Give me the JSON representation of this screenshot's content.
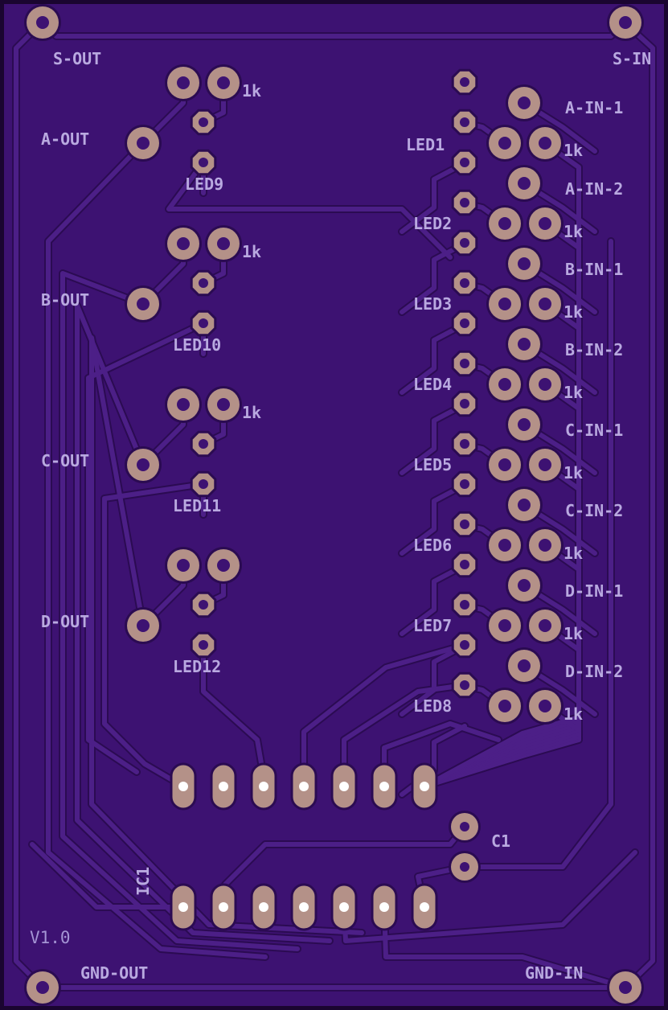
{
  "board": {
    "colors": {
      "substrate": "#3d1272",
      "edge": "#1a0530",
      "trace": "#4c1f87",
      "trace_outline": "#2b0b52",
      "copper": "#b49188",
      "drill": "#ffffff",
      "silk": "#b9a9e0"
    },
    "version": "V1.0",
    "mount_labels": {
      "s_out": "S-OUT",
      "s_in": "S-IN",
      "gnd_out": "GND-OUT",
      "gnd_in": "GND-IN"
    },
    "outputs": [
      {
        "label": "A-OUT",
        "led": "LED9",
        "resistor": "1k"
      },
      {
        "label": "B-OUT",
        "led": "LED10",
        "resistor": "1k"
      },
      {
        "label": "C-OUT",
        "led": "LED11",
        "resistor": "1k"
      },
      {
        "label": "D-OUT",
        "led": "LED12",
        "resistor": ""
      }
    ],
    "inputs": [
      {
        "label": "A-IN-1",
        "led": "LED1",
        "resistor": "1k"
      },
      {
        "label": "A-IN-2",
        "led": "LED2",
        "resistor": "1k"
      },
      {
        "label": "B-IN-1",
        "led": "LED3",
        "resistor": "1k"
      },
      {
        "label": "B-IN-2",
        "led": "LED4",
        "resistor": "1k"
      },
      {
        "label": "C-IN-1",
        "led": "LED5",
        "resistor": "1k"
      },
      {
        "label": "C-IN-2",
        "led": "LED6",
        "resistor": "1k"
      },
      {
        "label": "D-IN-1",
        "led": "LED7",
        "resistor": "1k"
      },
      {
        "label": "D-IN-2",
        "led": "LED8",
        "resistor": "1k"
      }
    ],
    "ic": {
      "label": "IC1",
      "pins_per_row": 7
    },
    "capacitor": {
      "label": "C1"
    }
  }
}
